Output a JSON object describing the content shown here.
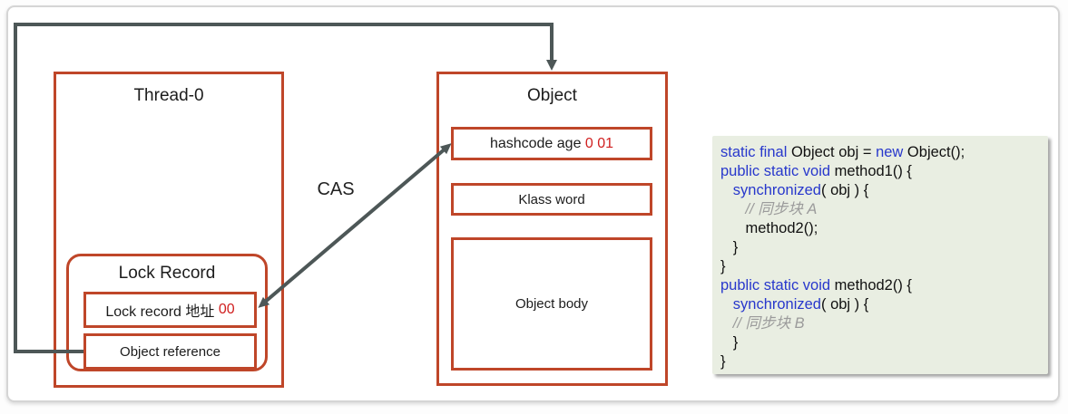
{
  "colors": {
    "box-border": "#bf4629",
    "arrow": "#4d5757",
    "highlight-red": "#d01f1f",
    "keyword-blue": "#2838cc",
    "comment-gray": "#9b9b9b",
    "code-bg": "#e9eee2"
  },
  "diagram": {
    "thread_box": {
      "title": "Thread-0"
    },
    "lock_record": {
      "title": "Lock Record",
      "address_label": "Lock record 地址 ",
      "address_value": "00",
      "object_reference": "Object reference"
    },
    "object_box": {
      "title": "Object",
      "mark_word_label": "hashcode age ",
      "mark_word_value": "0 01",
      "klass_word": "Klass word",
      "object_body": "Object body"
    },
    "cas_label": "CAS"
  },
  "code_block": {
    "lines": [
      [
        {
          "t": "static final",
          "c": "k"
        },
        {
          "t": " Object obj = ",
          "c": "p"
        },
        {
          "t": "new",
          "c": "k"
        },
        {
          "t": " Object();",
          "c": "p"
        }
      ],
      [
        {
          "t": "public static void",
          "c": "k"
        },
        {
          "t": " method1() {",
          "c": "p"
        }
      ],
      [
        {
          "t": "   ",
          "c": "p"
        },
        {
          "t": "synchronized",
          "c": "k"
        },
        {
          "t": "( obj ) {",
          "c": "p"
        }
      ],
      [
        {
          "t": "      // 同步块 A",
          "c": "c"
        }
      ],
      [
        {
          "t": "      method2();",
          "c": "p"
        }
      ],
      [
        {
          "t": "   }",
          "c": "p"
        }
      ],
      [
        {
          "t": "}",
          "c": "p"
        }
      ],
      [
        {
          "t": "public static void",
          "c": "k"
        },
        {
          "t": " method2() {",
          "c": "p"
        }
      ],
      [
        {
          "t": "   ",
          "c": "p"
        },
        {
          "t": "synchronized",
          "c": "k"
        },
        {
          "t": "( obj ) {",
          "c": "p"
        }
      ],
      [
        {
          "t": "   // 同步块 B",
          "c": "c"
        }
      ],
      [
        {
          "t": "   }",
          "c": "p"
        }
      ],
      [
        {
          "t": "}",
          "c": "p"
        }
      ]
    ]
  }
}
